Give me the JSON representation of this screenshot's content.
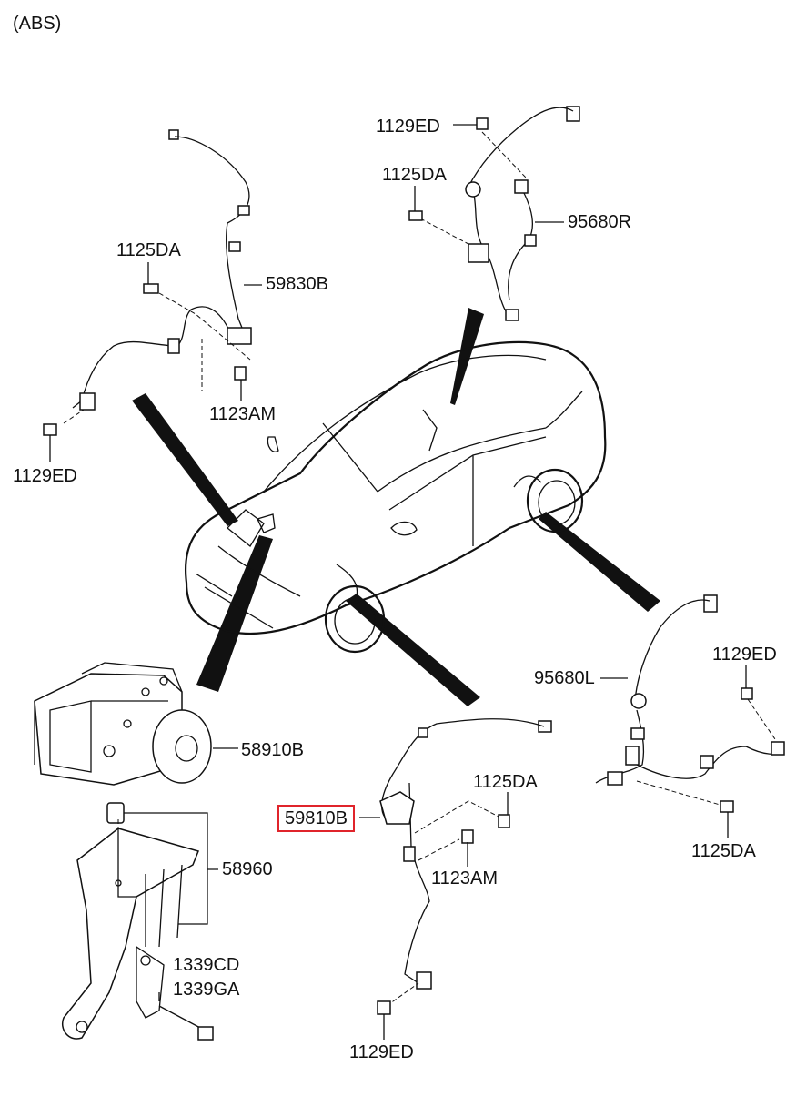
{
  "section": "(ABS)",
  "colors": {
    "highlight": "#e0242b",
    "ink": "#111111"
  },
  "labels": {
    "front_left_sensor": "59830B",
    "front_right_sensor": "59810B",
    "rear_right_sensor": "95680R",
    "rear_left_sensor": "95680L",
    "hecu": "58910B",
    "bracket": "58960",
    "bolt_1125DA": "1125DA",
    "bolt_1129ED": "1129ED",
    "bolt_1123AM": "1123AM",
    "nut_1339CD": "1339CD",
    "nut_1339GA": "1339GA"
  },
  "highlighted_part": "59810B"
}
